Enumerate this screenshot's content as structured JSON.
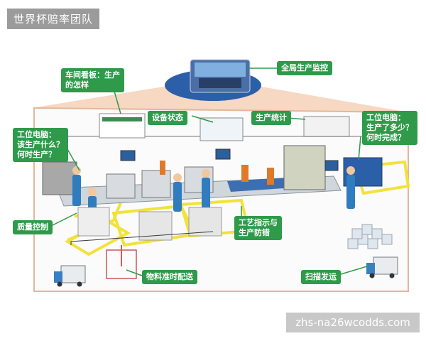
{
  "header": {
    "tag": "世界杯赔率团队"
  },
  "watermark": {
    "text": "zhs-na26wcodds.com"
  },
  "labels": {
    "global_monitor": "全局生产监控",
    "workshop_board": [
      "车间看板：生产",
      "的怎样"
    ],
    "equipment_status": "设备状态",
    "production_stats": "生产统计",
    "station_pc_left": [
      "工位电脑：",
      "该生产什么？",
      "何时生产？"
    ],
    "station_pc_right": [
      "工位电脑：",
      "生产了多少？",
      "何时完成？"
    ],
    "quality_control": "质量控制",
    "process_guide": [
      "工艺指示与",
      "生产防错"
    ],
    "material_delivery": "物料准时配送",
    "scan_shipping": "扫描发运"
  },
  "colors": {
    "callout_green": "#2e9a4a",
    "zone_yellow": "#f2e23a",
    "beam_orange": "#f5c9a8",
    "worker_blue": "#2f7dbf"
  }
}
